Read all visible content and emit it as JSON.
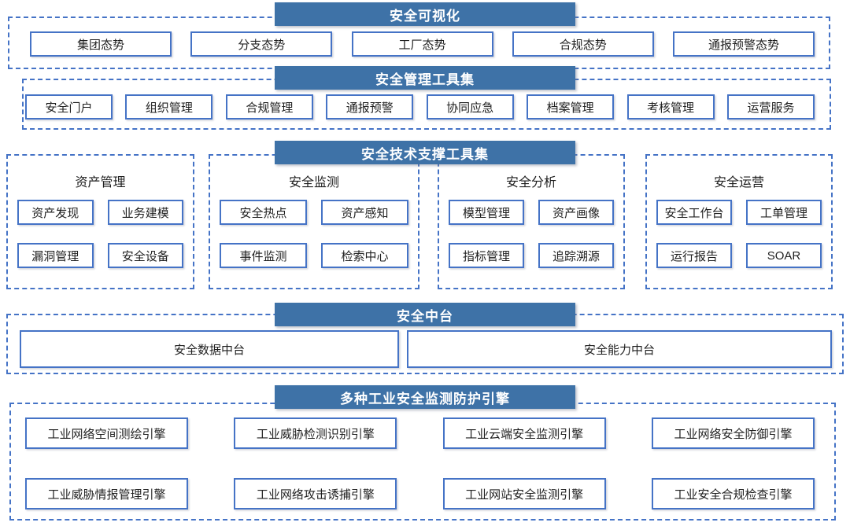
{
  "colors": {
    "header_bg": "#3E72A7",
    "header_text": "#FFFFFF",
    "box_border": "#4573C6",
    "dashed_border": "#4573C6",
    "box_text": "#1F1F1F"
  },
  "sections": {
    "visualization": {
      "title": "安全可视化",
      "boxes": [
        "集团态势",
        "分支态势",
        "工厂态势",
        "合规态势",
        "通报预警态势"
      ]
    },
    "management": {
      "title": "安全管理工具集",
      "boxes": [
        "安全门户",
        "组织管理",
        "合规管理",
        "通报预警",
        "协同应急",
        "档案管理",
        "考核管理",
        "运营服务"
      ]
    },
    "tech_support": {
      "title": "安全技术支撑工具集",
      "groups": [
        {
          "title": "资产管理",
          "boxes": [
            "资产发现",
            "业务建模",
            "漏洞管理",
            "安全设备"
          ]
        },
        {
          "title": "安全监测",
          "boxes": [
            "安全热点",
            "资产感知",
            "事件监测",
            "检索中心"
          ]
        },
        {
          "title": "安全分析",
          "boxes": [
            "模型管理",
            "资产画像",
            "指标管理",
            "追踪溯源"
          ]
        },
        {
          "title": "安全运营",
          "boxes": [
            "安全工作台",
            "工单管理",
            "运行报告",
            "SOAR"
          ]
        }
      ]
    },
    "middle_platform": {
      "title": "安全中台",
      "boxes": [
        "安全数据中台",
        "安全能力中台"
      ]
    },
    "engines": {
      "title": "多种工业安全监测防护引擎",
      "boxes": [
        "工业网络空间测绘引擎",
        "工业威胁检测识别引擎",
        "工业云端安全监测引擎",
        "工业网络安全防御引擎",
        "工业威胁情报管理引擎",
        "工业网络攻击诱捕引擎",
        "工业网站安全监测引擎",
        "工业安全合规检查引擎"
      ]
    }
  }
}
